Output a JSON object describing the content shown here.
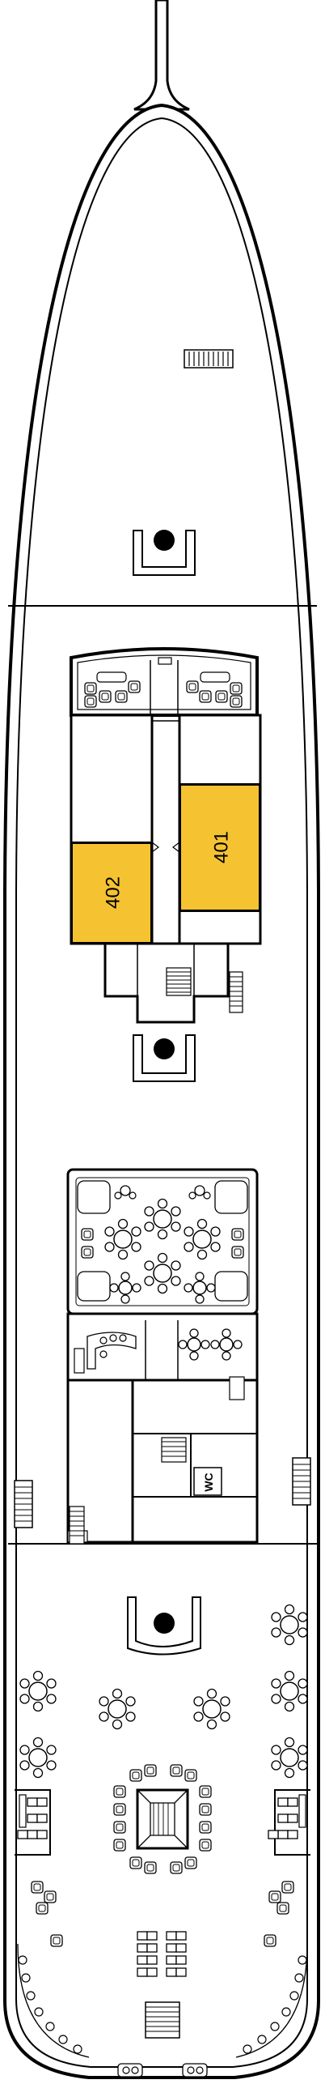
{
  "deck_plan": {
    "highlight_color": "#f5c232",
    "outline_color": "#000000",
    "cabins": [
      {
        "id": "cabin-401",
        "label": "401",
        "highlighted": true
      },
      {
        "id": "cabin-402",
        "label": "402",
        "highlighted": true
      }
    ],
    "restroom_label": "WC"
  }
}
